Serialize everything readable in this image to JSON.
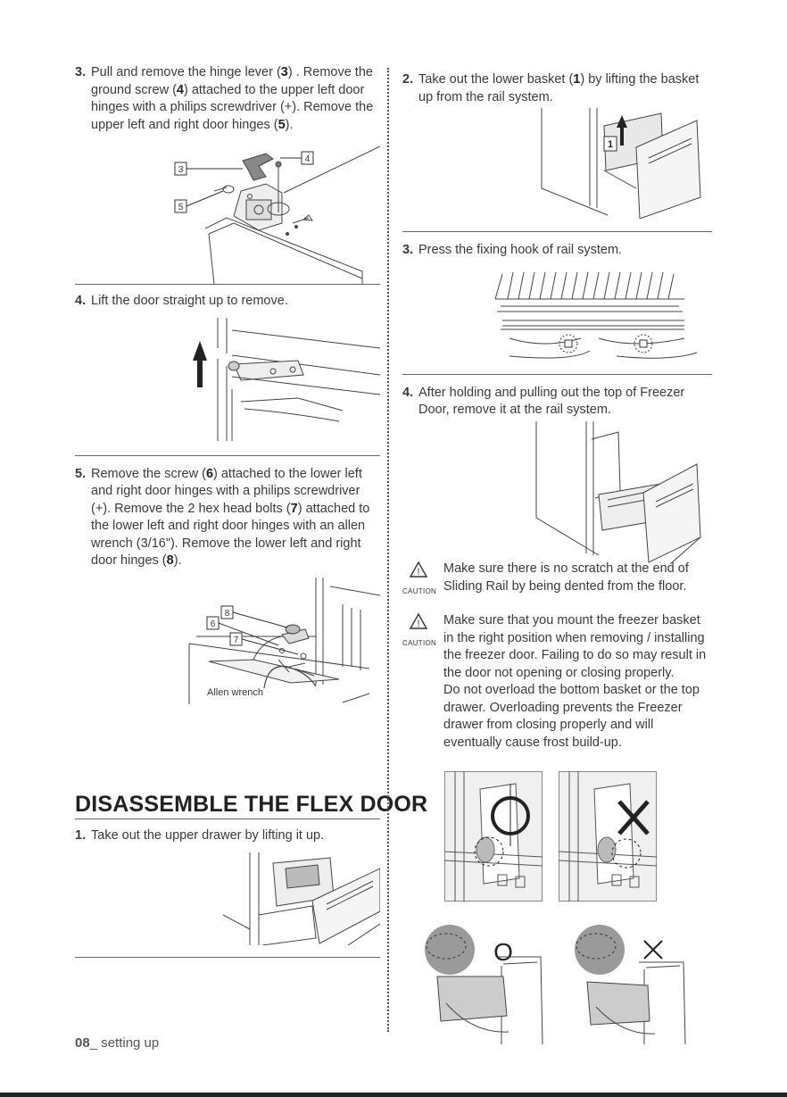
{
  "left": {
    "step3": {
      "num": "3.",
      "p1": "Pull and remove the hinge lever (",
      "b1": "3",
      "p2": ") . Remove the ground screw (",
      "b2": "4",
      "p3": ") attached to the upper left door hinges with a philips screwdriver (+). Remove the upper left and right door hinges (",
      "b3": "5",
      "p4": ").",
      "callouts": [
        "3",
        "4",
        "5"
      ]
    },
    "step4": {
      "num": "4.",
      "text": "Lift the door straight up to remove."
    },
    "step5": {
      "num": "5.",
      "p1": "Remove the screw (",
      "b1": "6",
      "p2": ") attached to the lower left and right door hinges with a philips screwdriver (+). Remove the 2 hex head bolts (",
      "b2": "7",
      "p3": ") attached to the lower left and right door hinges with an allen wrench (3/16\"). Remove the lower left and right door hinges (",
      "b3": "8",
      "p4": ").",
      "callouts": [
        "8",
        "6",
        "7"
      ],
      "tool_label": "Allen wrench"
    },
    "section_title": "DISASSEMBLE THE FLEX DOOR",
    "flex1": {
      "num": "1.",
      "text": "Take out the upper drawer by lifting it up."
    }
  },
  "right": {
    "step2": {
      "num": "2.",
      "p1": "Take out the lower basket (",
      "b1": "1",
      "p2": ") by lifting the basket up from the rail system.",
      "callout": "1"
    },
    "step3": {
      "num": "3.",
      "text": "Press the fixing hook of rail system."
    },
    "step4": {
      "num": "4.",
      "text": "After holding and pulling out the top of Freezer Door, remove it at the rail system."
    },
    "caution_label": "CAUTION",
    "caution1": "Make sure there is no scratch at the end of Sliding Rail by being dented from the floor.",
    "caution2a": "Make sure that you mount the freezer basket in the right position when removing / installing the freezer door. Failing to do so may result in the door not opening or closing properly.",
    "caution2b": "Do not overload the bottom basket or the top drawer. Overloading prevents the Freezer drawer from closing properly and will eventually cause frost build-up."
  },
  "footer": {
    "page": "08",
    "section": "_ setting up"
  }
}
